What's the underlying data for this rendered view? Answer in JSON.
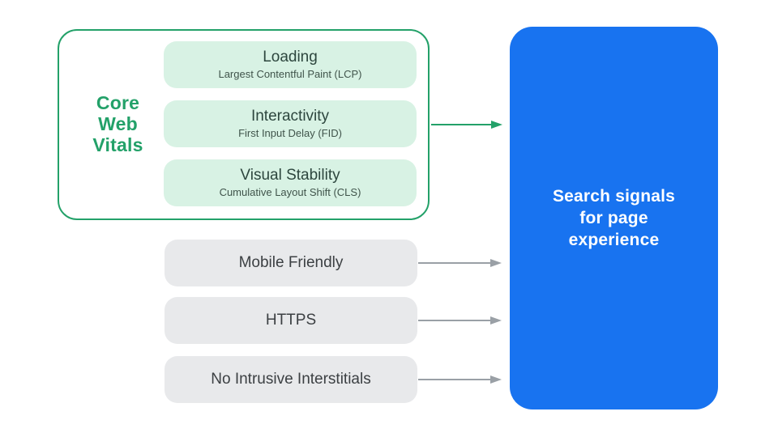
{
  "diagram": {
    "core_web_vitals": {
      "label_lines": [
        "Core",
        "Web",
        "Vitals"
      ],
      "items": [
        {
          "title": "Loading",
          "subtitle": "Largest Contentful Paint (LCP)"
        },
        {
          "title": "Interactivity",
          "subtitle": "First Input Delay (FID)"
        },
        {
          "title": "Visual Stability",
          "subtitle": "Cumulative Layout Shift (CLS)"
        }
      ]
    },
    "other_signals": [
      {
        "label": "Mobile Friendly"
      },
      {
        "label": "HTTPS"
      },
      {
        "label": "No Intrusive Interstitials"
      }
    ],
    "result": {
      "lines": [
        "Search signals",
        "for page",
        "experience"
      ]
    },
    "colors": {
      "green": "#23A169",
      "light_green_fill": "#D8F2E4",
      "pill_title_text": "#2D463E",
      "pill_subtitle_text": "#40544B",
      "gray_fill": "#E8E9EB",
      "gray_text": "#3C4043",
      "gray_arrow": "#9AA0A6",
      "blue_fill": "#1873F0",
      "result_text": "#FFFFFF"
    }
  }
}
